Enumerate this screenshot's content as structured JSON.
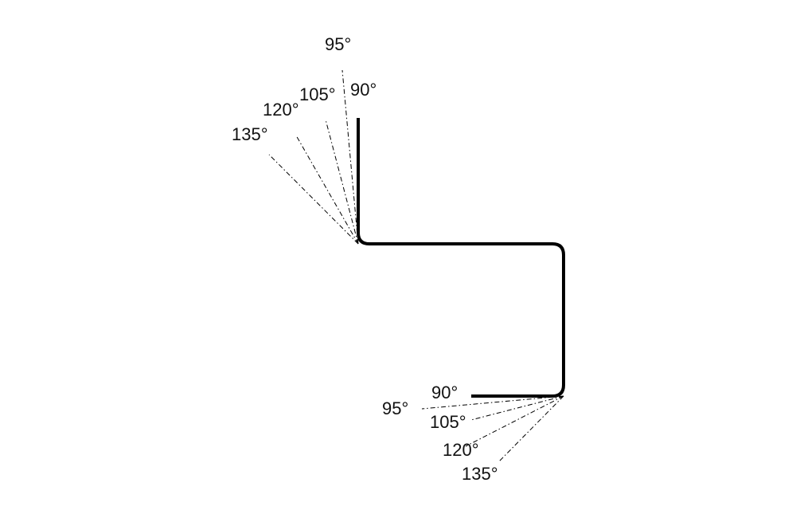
{
  "top_bend": {
    "labels": {
      "deg95": "95°",
      "deg90": "90°",
      "deg105": "105°",
      "deg120": "120°",
      "deg135": "135°"
    }
  },
  "bottom_bend": {
    "labels": {
      "deg90": "90°",
      "deg95": "95°",
      "deg105": "105°",
      "deg120": "120°",
      "deg135": "135°"
    }
  },
  "colors": {
    "line": "#000000",
    "background": "#ffffff"
  }
}
